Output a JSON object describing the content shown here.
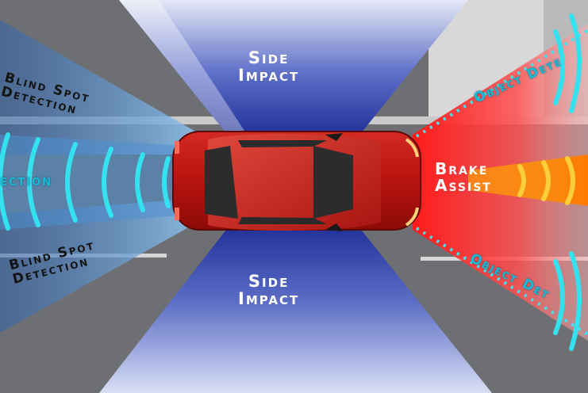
{
  "labels": {
    "side_impact_top": [
      "Side",
      "Impact"
    ],
    "side_impact_bottom": [
      "Side",
      "Impact"
    ],
    "blind_spot_top": [
      "Blind Spot",
      "Detection"
    ],
    "blind_spot_bottom": [
      "Blind Spot",
      "Detection"
    ],
    "rear_detection": "ection",
    "brake_assist": [
      "Brake",
      "Assist"
    ],
    "object_detection_top": "Object Dete",
    "object_detection_bottom": "Object Det"
  },
  "colors": {
    "road": "#6e6f73",
    "side_impact_blue": "#2f3fa8",
    "blind_spot_blue": "#6aa6dc",
    "brake_red": "#ff2a2a",
    "brake_orange": "#ff8a00",
    "sensor_cyan": "#33e3f0",
    "car_red": "#b5140f"
  },
  "icons": [
    "car-top-view-icon",
    "sensor-wave-icon"
  ]
}
